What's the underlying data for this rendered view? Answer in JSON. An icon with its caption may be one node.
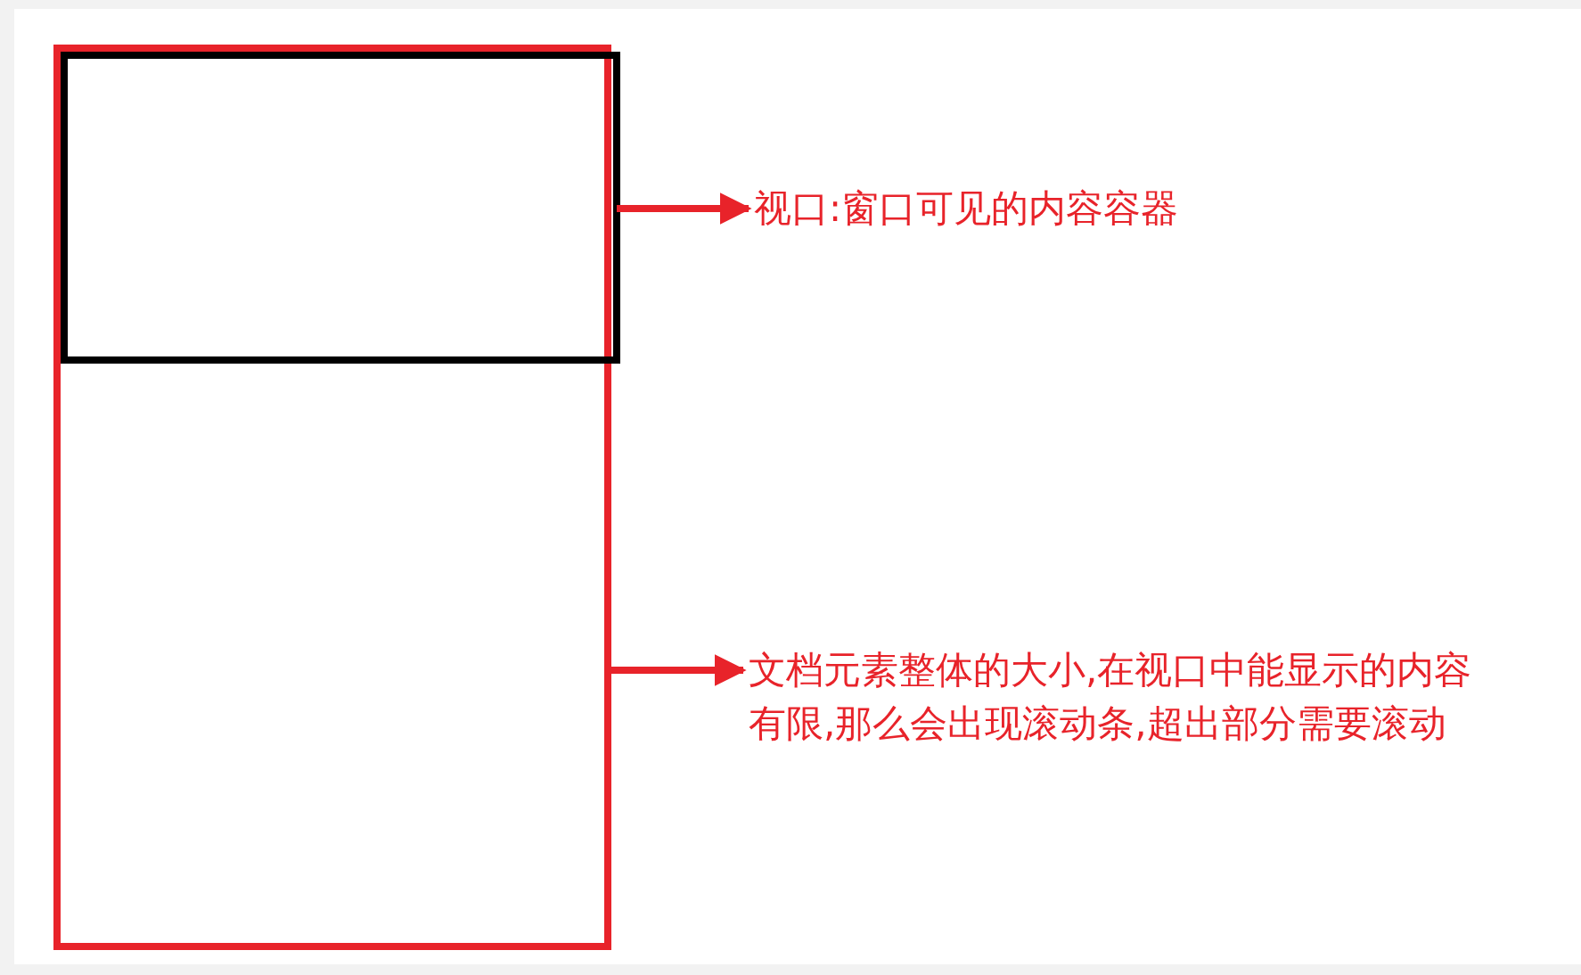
{
  "diagram": {
    "nodes": [
      {
        "text": [],
        "shape": "box"
      },
      {
        "text": [],
        "shape": "box",
        "in": 0
      },
      {
        "text": [
          "视口:窗口可见的内容容器"
        ]
      },
      {
        "text": [
          "文档元素整体的大小,在视口中能显示的内容有限,那么会出现滚动条,超出部分需要滚动"
        ]
      }
    ],
    "edges": [
      {
        "from": 1,
        "to": 2,
        "arrow": "to"
      },
      {
        "from": 0,
        "to": 3,
        "arrow": "to"
      }
    ]
  }
}
